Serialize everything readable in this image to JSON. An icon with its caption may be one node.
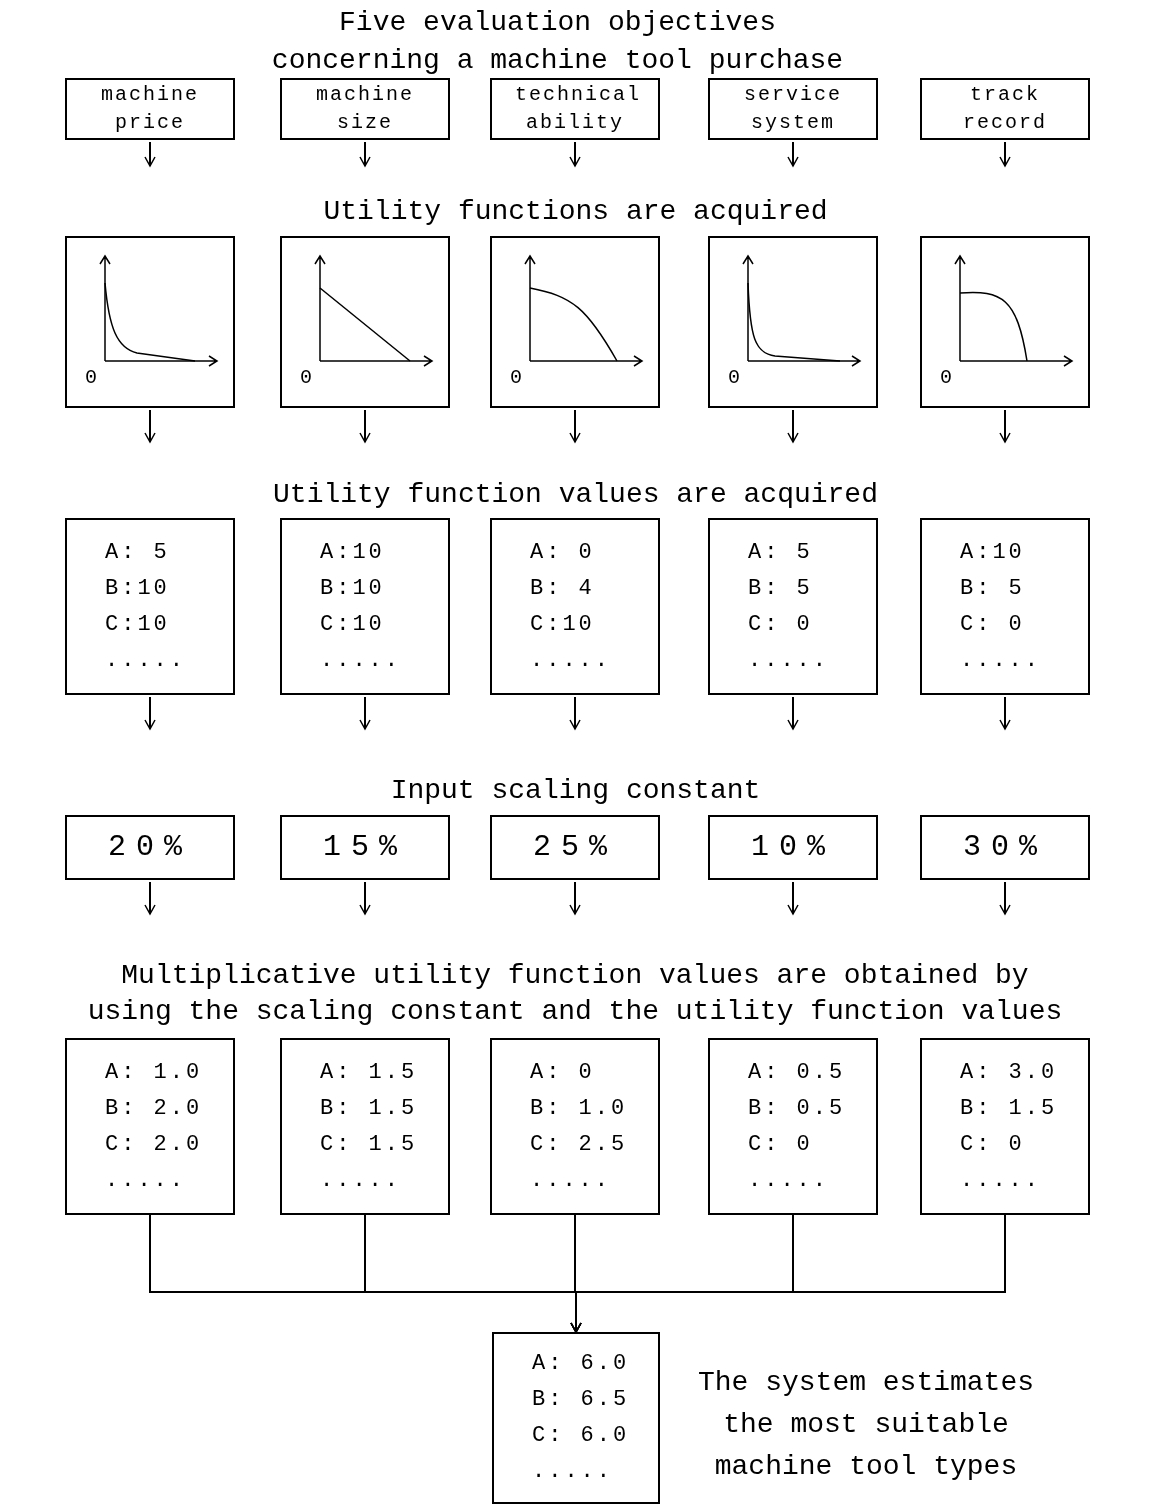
{
  "diagram": {
    "title": "Five evaluation objectives concerning a machine tool purchase",
    "nodes": [
      {
        "text": [
          "machine price"
        ]
      },
      {
        "text": [
          "machine size"
        ]
      },
      {
        "text": [
          "technical ability"
        ]
      },
      {
        "text": [
          "service system"
        ]
      },
      {
        "text": [
          "track record"
        ]
      },
      {
        "text": [
          "0"
        ]
      },
      {
        "text": [
          "0"
        ]
      },
      {
        "text": [
          "0"
        ]
      },
      {
        "text": [
          "0"
        ]
      },
      {
        "text": [
          "0"
        ]
      },
      {
        "text": [
          "A: 5",
          "B:10",
          "C:10",
          "....."
        ]
      },
      {
        "text": [
          "A:10",
          "B:10",
          "C:10",
          "....."
        ]
      },
      {
        "text": [
          "A: 0",
          "B: 4",
          "C:10",
          "....."
        ]
      },
      {
        "text": [
          "A: 5",
          "B: 5",
          "C: 0",
          "....."
        ]
      },
      {
        "text": [
          "A:10",
          "B: 5",
          "C: 0",
          "....."
        ]
      },
      {
        "text": [
          "20%"
        ]
      },
      {
        "text": [
          "15%"
        ]
      },
      {
        "text": [
          "25%"
        ]
      },
      {
        "text": [
          "10%"
        ]
      },
      {
        "text": [
          "30%"
        ]
      },
      {
        "text": [
          "A: 1.0",
          "B: 2.0",
          "C: 2.0",
          "....."
        ]
      },
      {
        "text": [
          "A: 1.5",
          "B: 1.5",
          "C: 1.5",
          "....."
        ]
      },
      {
        "text": [
          "A: 0",
          "B: 1.0",
          "C: 2.5",
          "....."
        ]
      },
      {
        "text": [
          "A: 0.5",
          "B: 0.5",
          "C: 0",
          "....."
        ]
      },
      {
        "text": [
          "A: 3.0",
          "B: 1.5",
          "C: 0",
          "....."
        ]
      },
      {
        "text": [
          "A: 6.0",
          "B: 6.5",
          "C: 6.0",
          "....."
        ],
        "beside": [
          "The system estimates the most suitable machine tool types"
        ]
      }
    ],
    "edges": [
      {
        "from": 0,
        "to": null,
        "arrow": "to"
      },
      {
        "from": 1,
        "to": null,
        "arrow": "to"
      },
      {
        "from": 2,
        "to": null,
        "arrow": "to"
      },
      {
        "from": 3,
        "to": null,
        "arrow": "to"
      },
      {
        "from": 4,
        "to": null,
        "arrow": "to"
      },
      {
        "from": 5,
        "to": null,
        "arrow": "to"
      },
      {
        "from": 6,
        "to": null,
        "arrow": "to"
      },
      {
        "from": 7,
        "to": null,
        "arrow": "to"
      },
      {
        "from": 8,
        "to": null,
        "arrow": "to"
      },
      {
        "from": 9,
        "to": null,
        "arrow": "to"
      },
      {
        "from": 10,
        "to": null,
        "arrow": "to"
      },
      {
        "from": 11,
        "to": null,
        "arrow": "to"
      },
      {
        "from": 12,
        "to": null,
        "arrow": "to"
      },
      {
        "from": 13,
        "to": null,
        "arrow": "to"
      },
      {
        "from": 14,
        "to": null,
        "arrow": "to"
      },
      {
        "from": 15,
        "to": null,
        "arrow": "to"
      },
      {
        "from": 16,
        "to": null,
        "arrow": "to"
      },
      {
        "from": 17,
        "to": null,
        "arrow": "to"
      },
      {
        "from": 18,
        "to": null,
        "arrow": "to"
      },
      {
        "from": 19,
        "to": null,
        "arrow": "to"
      },
      {
        "from": 20,
        "to": 25,
        "arrow": "to"
      },
      {
        "from": 21,
        "to": 25,
        "arrow": "to"
      },
      {
        "from": 22,
        "to": 25,
        "arrow": "to"
      },
      {
        "from": 23,
        "to": 25,
        "arrow": "to"
      },
      {
        "from": 24,
        "to": 25,
        "arrow": "to"
      }
    ],
    "labels": [
      "Utility functions are acquired",
      "Utility function values are acquired",
      "Input scaling constant",
      "Multiplicative utility function values are obtained by using the scaling constant and the utility function values"
    ]
  }
}
